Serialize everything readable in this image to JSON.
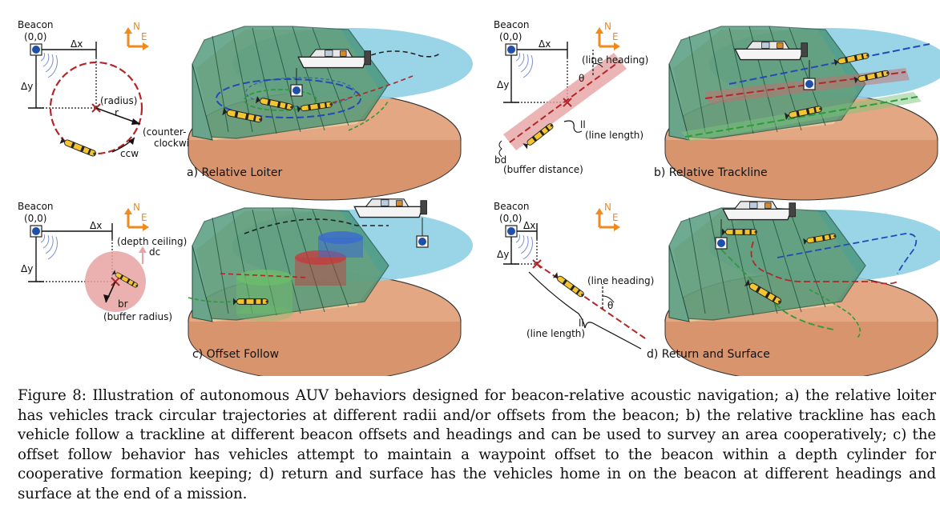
{
  "panels": {
    "a": {
      "caption": "a) Relative Loiter",
      "beacon": "Beacon",
      "origin": "(0,0)",
      "dx": "Δx",
      "dy": "Δy",
      "radius": "(radius)",
      "r": "r",
      "direction": "(counter-",
      "direction2": "clockwise)",
      "ccw": "ccw"
    },
    "b": {
      "caption": "b) Relative Trackline",
      "beacon": "Beacon",
      "origin": "(0,0)",
      "dx": "Δx",
      "dy": "Δy",
      "heading": "(line heading)",
      "theta": "θ",
      "length": "(line length)",
      "length_sym": "ll",
      "bd": "bd",
      "buffer": "(buffer distance)"
    },
    "c": {
      "caption": "c) Offset Follow",
      "beacon": "Beacon",
      "origin": "(0,0)",
      "dx": "Δx",
      "dy": "Δy",
      "depth": "(depth ceiling)",
      "dc": "dc",
      "br": "br",
      "buffer": "(buffer radius)"
    },
    "d": {
      "caption": "d) Return and Surface",
      "beacon": "Beacon",
      "origin": "(0,0)",
      "dx": "Δx",
      "dy": "Δy",
      "heading": "(line heading)",
      "theta": "θ",
      "length_sym": "ll",
      "length": "(line length)"
    }
  },
  "compass": {
    "north": "N",
    "east": "E"
  },
  "caption": "Figure 8: Illustration of autonomous AUV behaviors designed for beacon-relative acoustic navigation; a) the relative loiter has vehicles track circular trajectories at different radii and/or offsets from the beacon; b) the relative trackline has each vehicle follow a trackline at different beacon offsets and headings and can be used to survey an area cooperatively; c) the offset follow behavior has vehicles attempt to maintain a waypoint offset to the beacon within a depth cylinder for cooperative formation keeping; d) return and surface has the vehicles home in on the beacon at different headings and surface at the end of a mission.",
  "colors": {
    "water": "#8fd0e4",
    "seafloor": "#e3a883",
    "cliff": "#3f8f70",
    "sand": "#e9d7a8",
    "auv": "#f2c531",
    "beacon": "#1f4fa8",
    "red": "#b3262a",
    "compass": "#f08a1c"
  }
}
